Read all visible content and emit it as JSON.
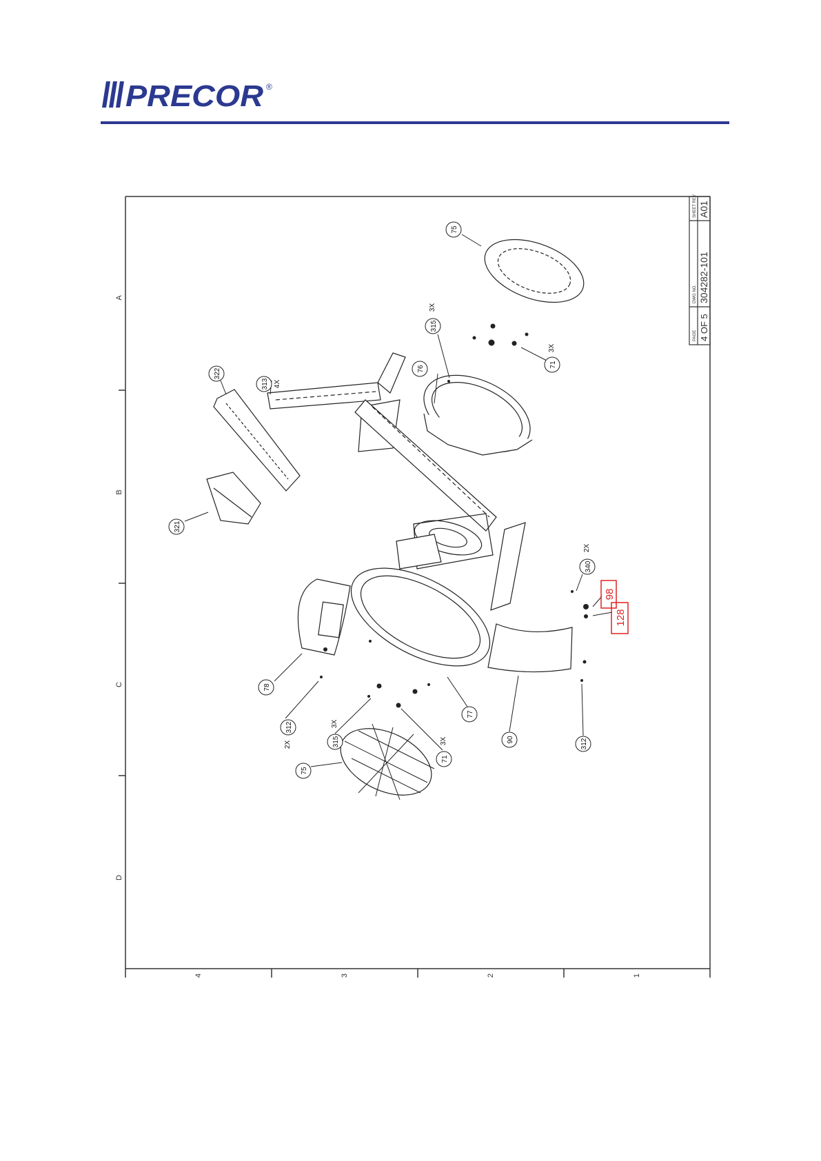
{
  "header": {
    "logo_text": "PRECOR",
    "logo_mark": "®",
    "brand_color": "#2b3990"
  },
  "drawing": {
    "title_block": {
      "page_label": "PAGE",
      "page_value": "4 OF 5",
      "dwg_label": "DWG NO.",
      "dwg_value": "304282-101",
      "rev_label": "SHEET REV",
      "rev_value": "A01"
    },
    "zone_letters": [
      "A",
      "B",
      "C",
      "D"
    ],
    "zone_numbers": [
      "4",
      "3",
      "2",
      "1"
    ],
    "callouts": [
      {
        "id": "75a",
        "label": "75",
        "qty": ""
      },
      {
        "id": "315a",
        "label": "315",
        "qty": "3X"
      },
      {
        "id": "71a",
        "label": "71",
        "qty": "3X"
      },
      {
        "id": "76",
        "label": "76",
        "qty": ""
      },
      {
        "id": "322",
        "label": "322",
        "qty": ""
      },
      {
        "id": "313",
        "label": "313",
        "qty": "4X"
      },
      {
        "id": "321",
        "label": "321",
        "qty": ""
      },
      {
        "id": "340",
        "label": "340",
        "qty": "2X"
      },
      {
        "id": "78",
        "label": "78",
        "qty": ""
      },
      {
        "id": "77",
        "label": "77",
        "qty": ""
      },
      {
        "id": "90",
        "label": "90",
        "qty": ""
      },
      {
        "id": "312a",
        "label": "312",
        "qty": "2X"
      },
      {
        "id": "312b",
        "label": "312",
        "qty": ""
      },
      {
        "id": "315b",
        "label": "315",
        "qty": "3X"
      },
      {
        "id": "71b",
        "label": "71",
        "qty": "3X"
      },
      {
        "id": "75b",
        "label": "75",
        "qty": ""
      }
    ],
    "highlights": [
      {
        "label": "98",
        "color": "#e02020"
      },
      {
        "label": "128",
        "color": "#e02020"
      }
    ]
  }
}
